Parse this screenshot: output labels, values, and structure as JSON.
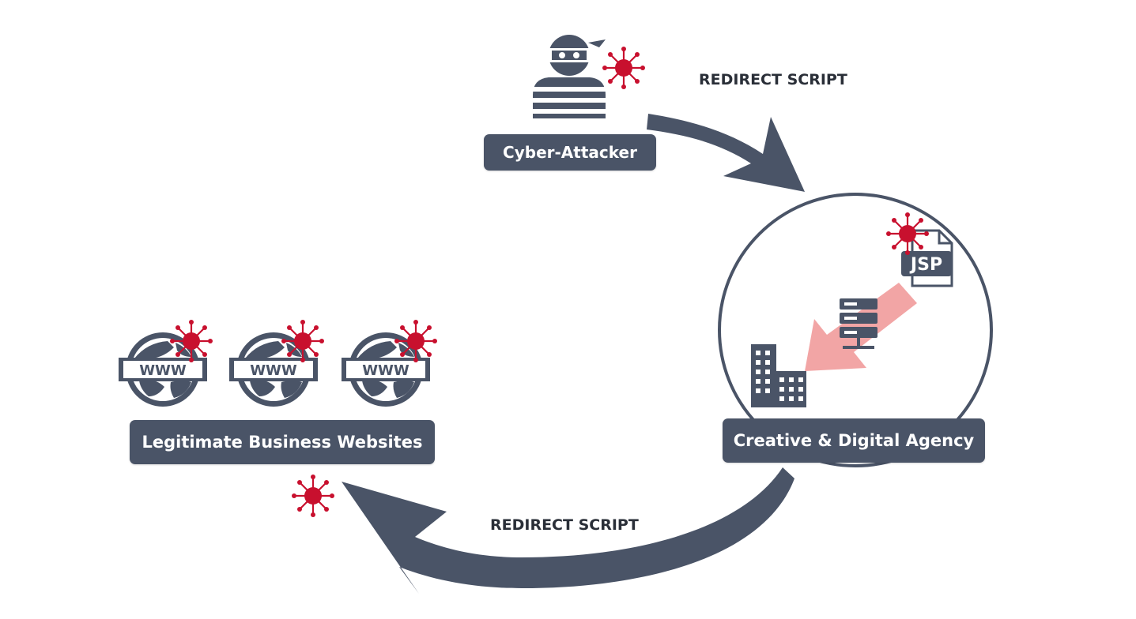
{
  "nodes": {
    "attacker": {
      "label": "Cyber-Attacker"
    },
    "agency": {
      "label": "Creative & Digital Agency",
      "file_tag": "JSP"
    },
    "websites": {
      "label": "Legitimate Business Websites",
      "globe_tags": [
        "WWW",
        "WWW",
        "WWW"
      ]
    }
  },
  "edges": {
    "attacker_to_agency": {
      "label": "REDIRECT SCRIPT"
    },
    "agency_to_websites": {
      "label": "REDIRECT SCRIPT"
    }
  },
  "colors": {
    "dark": "#4a5467",
    "virus": "#c8102e",
    "pink_arrow": "#f2a5a5",
    "circle": "#4a5467"
  },
  "icons": {
    "attacker": "hacker-icon",
    "virus": "virus-icon",
    "file": "jsp-file-icon",
    "server": "server-icon",
    "building": "building-icon",
    "globe": "www-globe-icon"
  }
}
